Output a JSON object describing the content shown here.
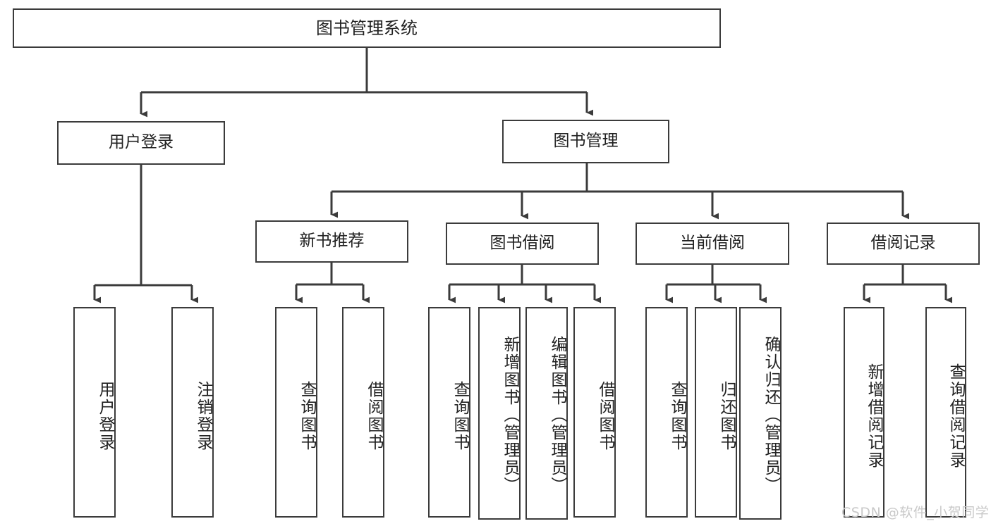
{
  "diagram": {
    "title": "图书管理系统",
    "type": "hierarchy-tree",
    "watermark": "CSDN @软件_小贺同学",
    "colors": {
      "background": "#ffffff",
      "box_border": "#3b3b3b",
      "box_fill": "#ffffff",
      "text": "#222222",
      "edge": "#3b3b3b",
      "watermark": "#c9c9c9"
    },
    "nodes": {
      "root": {
        "label": "图书管理系统",
        "level": 0
      },
      "user_login": {
        "label": "用户登录",
        "level": 1
      },
      "book_manage": {
        "label": "图书管理",
        "level": 1
      },
      "new_book_rec": {
        "label": "新书推荐",
        "level": 2
      },
      "book_borrow": {
        "label": "图书借阅",
        "level": 2
      },
      "current_borrow": {
        "label": "当前借阅",
        "level": 2
      },
      "borrow_record": {
        "label": "借阅记录",
        "level": 2
      },
      "leaf_user_login": {
        "label": "用户登录",
        "level": 3
      },
      "leaf_user_logout": {
        "label": "注销登录",
        "level": 3
      },
      "leaf_query_book_1": {
        "label": "查询图书",
        "level": 3
      },
      "leaf_borrow_book_1": {
        "label": "借阅图书",
        "level": 3
      },
      "leaf_query_book_2": {
        "label": "查询图书",
        "level": 3
      },
      "leaf_add_book": {
        "label": "新增图书（管理员）",
        "level": 3
      },
      "leaf_edit_book": {
        "label": "编辑图书（管理员）",
        "level": 3
      },
      "leaf_borrow_book_2": {
        "label": "借阅图书",
        "level": 3
      },
      "leaf_query_book_3": {
        "label": "查询图书",
        "level": 3
      },
      "leaf_return_book": {
        "label": "归还图书",
        "level": 3
      },
      "leaf_confirm_return": {
        "label": "确认归还（管理员）",
        "level": 3
      },
      "leaf_add_record": {
        "label": "新增借阅记录",
        "level": 3
      },
      "leaf_query_record": {
        "label": "查询借阅记录",
        "level": 3
      }
    },
    "edges": [
      {
        "from": "root",
        "to": "user_login"
      },
      {
        "from": "root",
        "to": "book_manage"
      },
      {
        "from": "user_login",
        "to": "leaf_user_login"
      },
      {
        "from": "user_login",
        "to": "leaf_user_logout"
      },
      {
        "from": "book_manage",
        "to": "new_book_rec"
      },
      {
        "from": "book_manage",
        "to": "book_borrow"
      },
      {
        "from": "book_manage",
        "to": "current_borrow"
      },
      {
        "from": "book_manage",
        "to": "borrow_record"
      },
      {
        "from": "new_book_rec",
        "to": "leaf_query_book_1"
      },
      {
        "from": "new_book_rec",
        "to": "leaf_borrow_book_1"
      },
      {
        "from": "book_borrow",
        "to": "leaf_query_book_2"
      },
      {
        "from": "book_borrow",
        "to": "leaf_add_book"
      },
      {
        "from": "book_borrow",
        "to": "leaf_edit_book"
      },
      {
        "from": "book_borrow",
        "to": "leaf_borrow_book_2"
      },
      {
        "from": "current_borrow",
        "to": "leaf_query_book_3"
      },
      {
        "from": "current_borrow",
        "to": "leaf_return_book"
      },
      {
        "from": "current_borrow",
        "to": "leaf_confirm_return"
      },
      {
        "from": "borrow_record",
        "to": "leaf_add_record"
      },
      {
        "from": "borrow_record",
        "to": "leaf_query_record"
      }
    ]
  }
}
